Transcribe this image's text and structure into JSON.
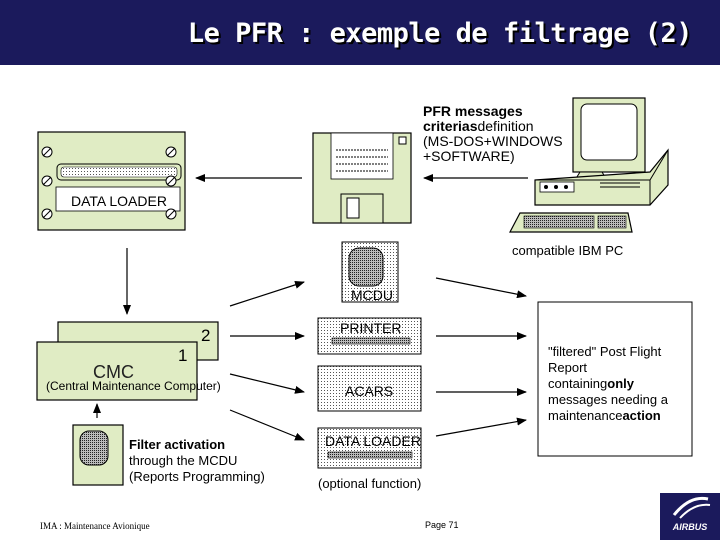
{
  "header": {
    "title": "Le PFR : exemple de filtrage (2)"
  },
  "labels": {
    "pfr_messages_line1": "PFR messages",
    "pfr_messages_line2_bold": "criterias",
    "pfr_messages_line2_rest": "definition",
    "pfr_messages_line3": "(MS-DOS+WINDOWS",
    "pfr_messages_line4": "+SOFTWARE)",
    "data_loader_device": "DATA LOADER",
    "compatible_pc": "compatible IBM PC",
    "mcdu": "MCDU",
    "printer": "PRINTER",
    "acars": "ACARS",
    "data_loader_output": "DATA LOADER",
    "optional_function": "(optional function)",
    "cmc_number_2": "2",
    "cmc_number_1": "1",
    "cmc_name": "CMC",
    "cmc_full": "(Central Maintenance Computer)",
    "filter_line1": "Filter activation",
    "filter_line2": "through the MCDU",
    "filter_line3": "(Reports Programming)",
    "report_line1": "\"filtered\" Post Flight",
    "report_line2": "Report",
    "report_line3_rest": "containing",
    "report_line3_bold": "only",
    "report_line4": "messages needing a",
    "report_line5_rest": "maintenance",
    "report_line5_bold": "action"
  },
  "footer": {
    "left": "IMA : Maintenance Avionique",
    "page": "Page 71",
    "logo": "AIRBUS"
  },
  "colors": {
    "header_bg": "#1b1a5c",
    "box_fill": "#e0ecc4"
  }
}
